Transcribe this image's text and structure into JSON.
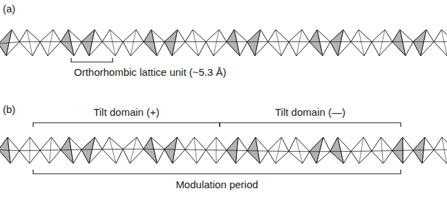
{
  "diagram": {
    "labels": [
      "(a)",
      "Orthorhombic lattice unit (~5.3 Å)",
      "(b)",
      "Tilt domain (+)",
      "Tilt domain (—)",
      "Modulation period"
    ]
  }
}
